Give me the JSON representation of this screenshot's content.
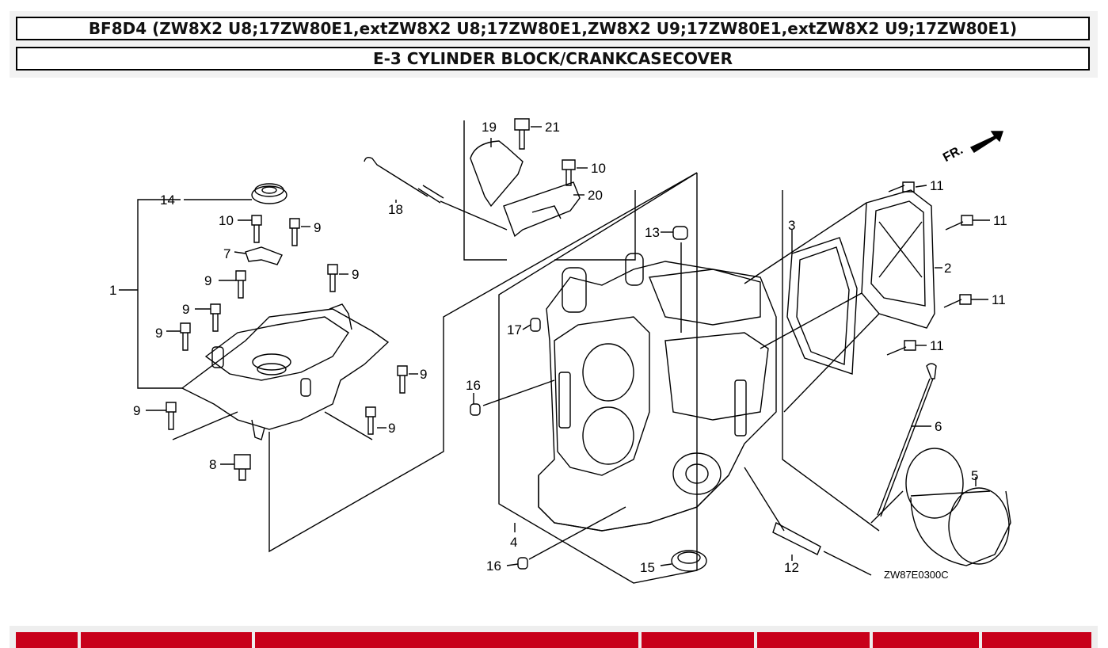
{
  "header": {
    "model_title": "BF8D4 (ZW8X2 U8;17ZW80E1,extZW8X2 U8;17ZW80E1,ZW8X2 U9;17ZW80E1,extZW8X2 U9;17ZW80E1)",
    "section_title": "E-3 CYLINDER BLOCK/CRANKCASECOVER"
  },
  "diagram": {
    "code": "ZW87E0300C",
    "direction_label": "FR.",
    "callouts": [
      "1",
      "2",
      "3",
      "4",
      "5",
      "6",
      "7",
      "8",
      "9",
      "9",
      "9",
      "9",
      "9",
      "9",
      "9",
      "9",
      "10",
      "10",
      "11",
      "11",
      "11",
      "11",
      "12",
      "13",
      "14",
      "15",
      "16",
      "16",
      "17",
      "18",
      "19",
      "20",
      "21"
    ]
  },
  "colors": {
    "table_header": "#c8001a",
    "frame": "#000000",
    "header_band": "#f2f2f2"
  }
}
